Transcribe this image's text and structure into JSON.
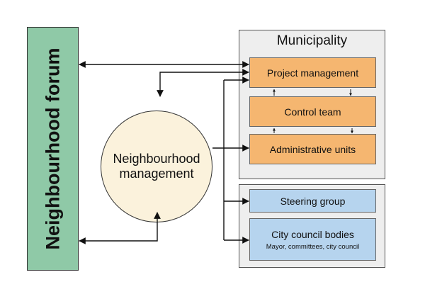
{
  "forum": {
    "label": "Neighbourhood forum"
  },
  "municipality": {
    "title": "Municipality",
    "project_management": "Project management",
    "control_team": "Control team",
    "administrative_units": "Administrative units"
  },
  "lower": {
    "steering_group": "Steering group",
    "city_council_bodies": "City council bodies",
    "city_council_sub": "Mayor, committees, city council"
  },
  "neighbourhood_management": {
    "line1": "Neighbourhood",
    "line2": "management"
  },
  "colors": {
    "forum": "#8fc9a7",
    "orange_box": "#f5b670",
    "blue_box": "#b6d4ee",
    "panel": "#eeeeee",
    "circle": "#fbf2dc",
    "line": "#111111"
  }
}
